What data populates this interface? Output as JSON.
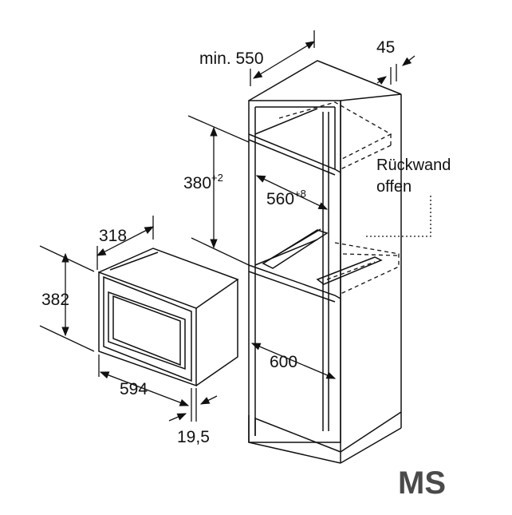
{
  "diagram": {
    "labels": {
      "min_depth": "min. 550",
      "rear_gap": "45",
      "niche_height_base": "380",
      "niche_height_tolerance": "+2",
      "niche_width_base": "560",
      "niche_width_tolerance": "+8",
      "back_wall_line1": "Rückwand",
      "back_wall_line2": "offen",
      "cabinet_width": "600",
      "appliance_depth": "318",
      "appliance_height": "382",
      "appliance_width": "594",
      "front_projection": "19,5"
    },
    "logo": "MS",
    "colors": {
      "line": "#111111",
      "logo": "#4a4a4a"
    }
  }
}
